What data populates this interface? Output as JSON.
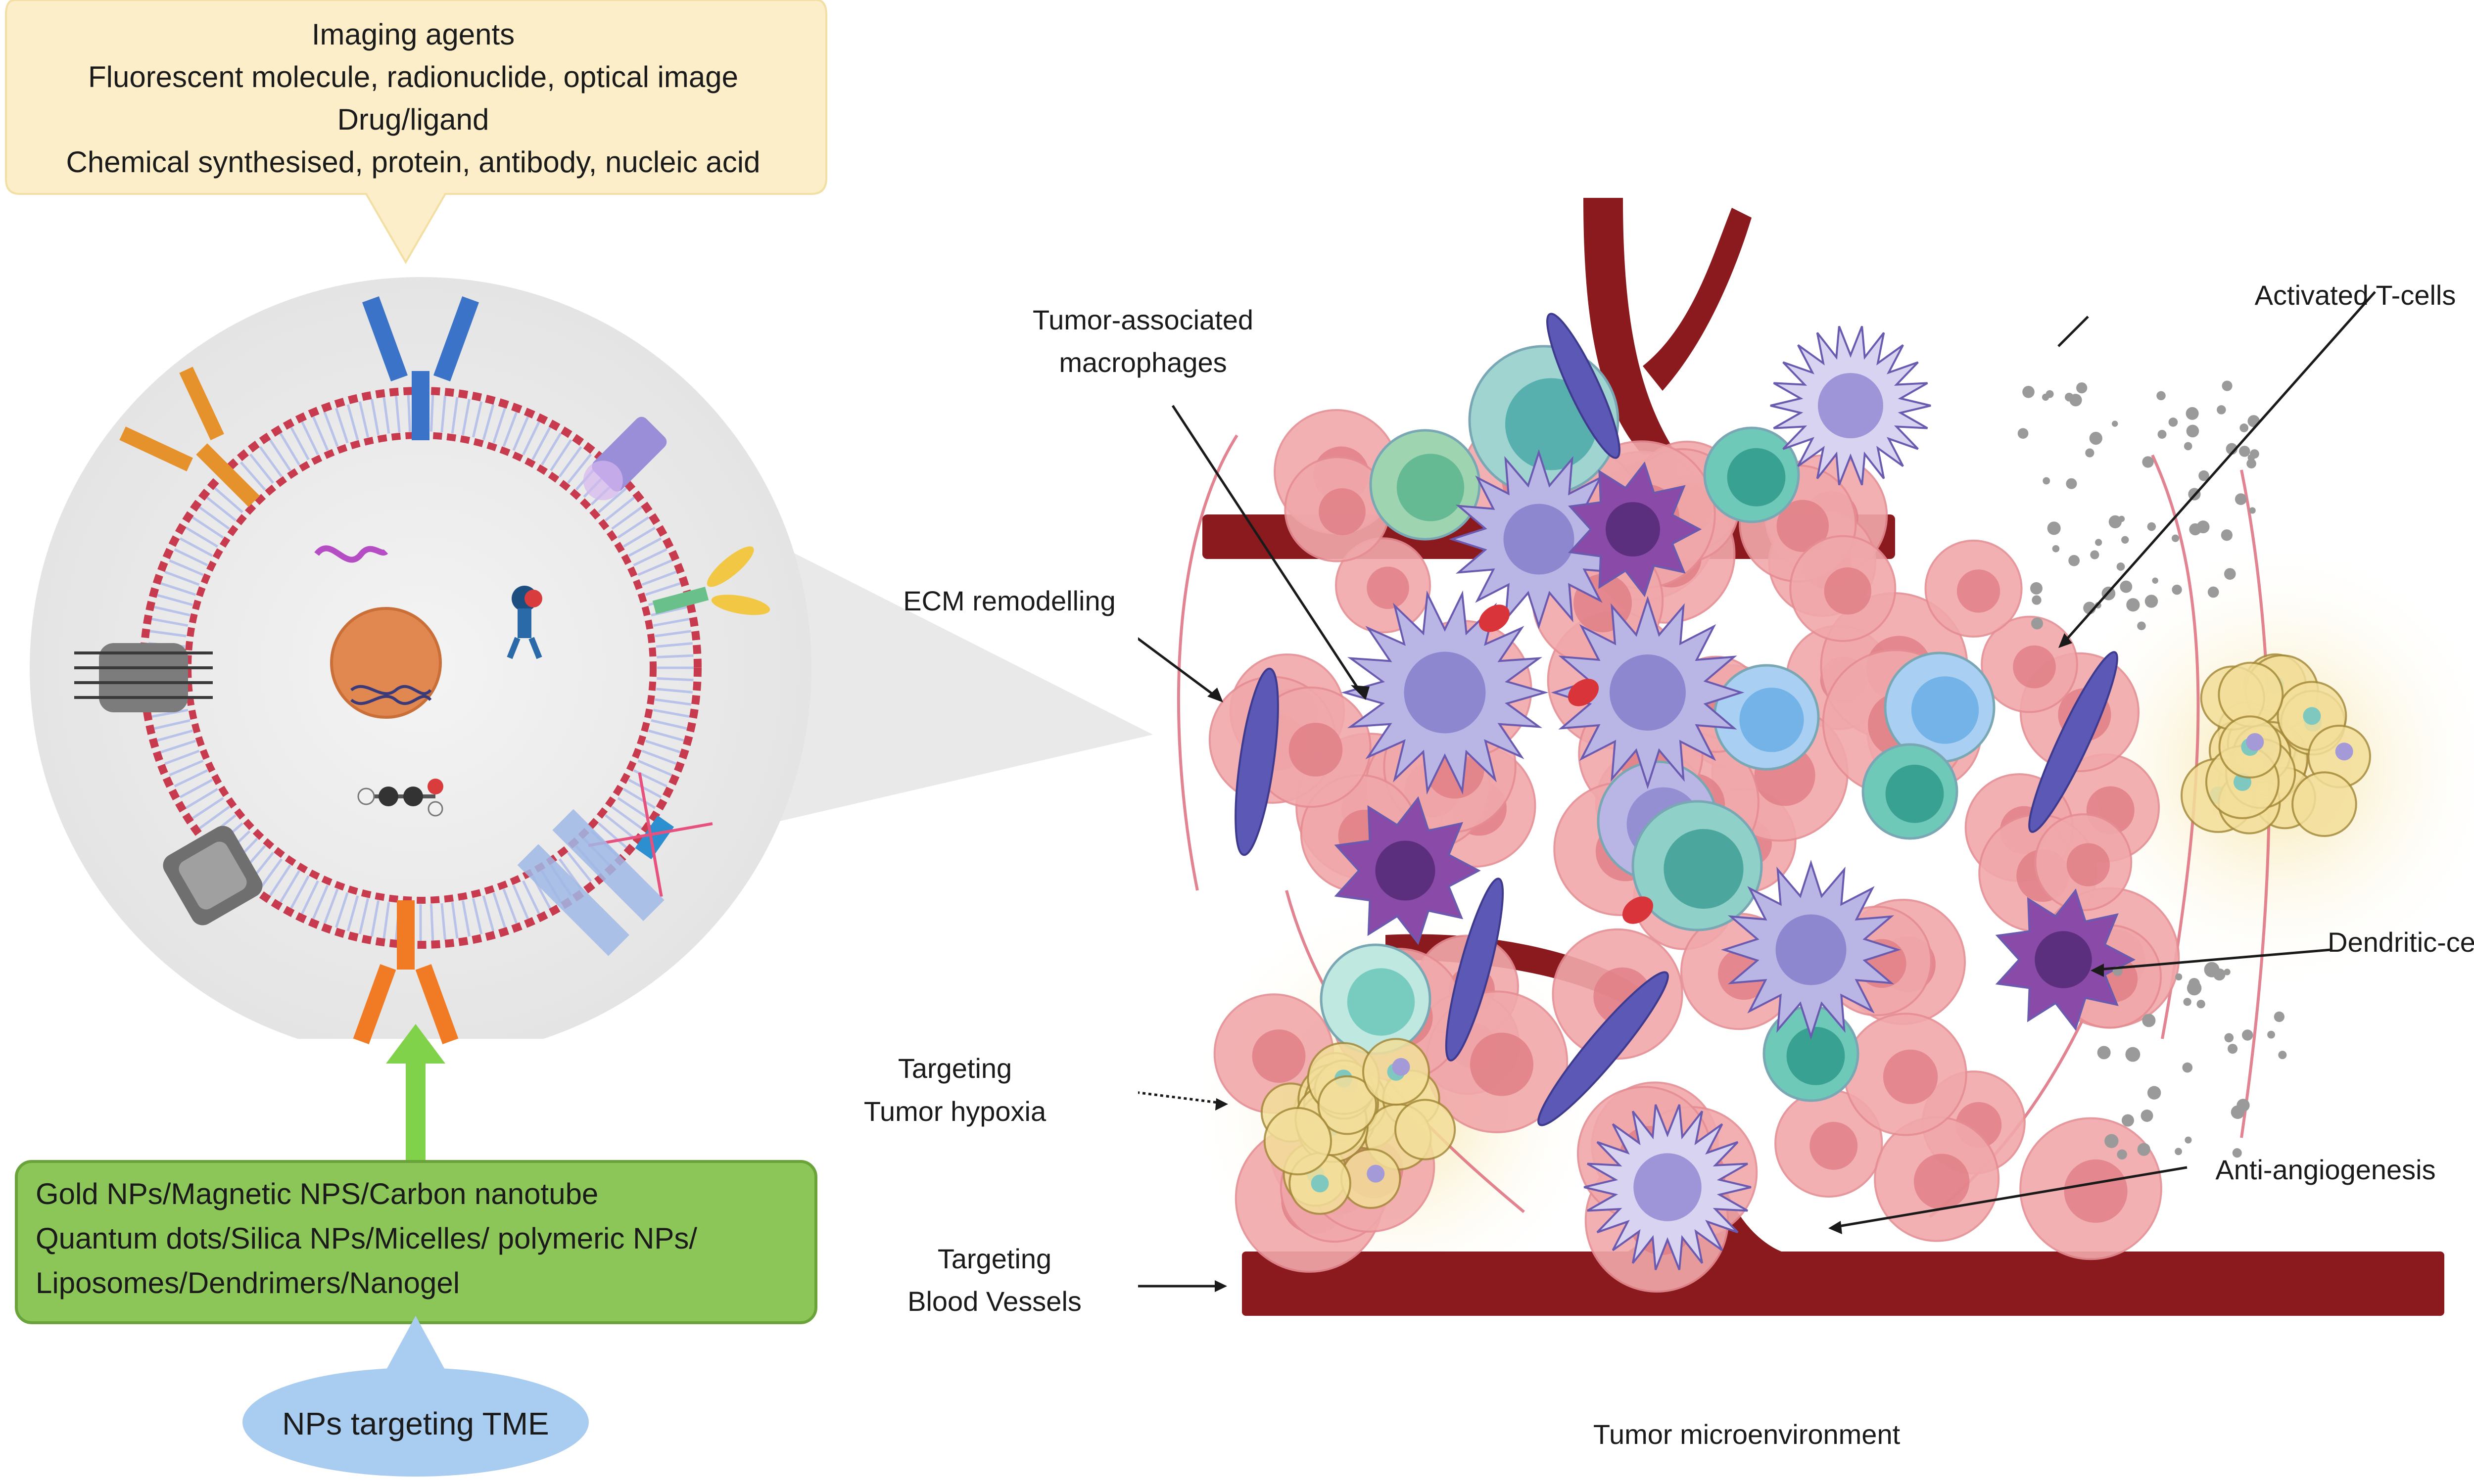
{
  "colors": {
    "callout_fill": "#fbeec8",
    "np_box_fill": "#8cc658",
    "np_box_border": "#6aa33a",
    "np_ellipse_fill": "#a9cdf0",
    "arrow_green": "#7fd24a",
    "membrane_red": "#c83a4d",
    "vessel_dark": "#8a1a1e",
    "tumor_pink": "#f1a8aa",
    "dendritic_purple": "#8a4aa8",
    "macrophage_lavender": "#b9b6e6",
    "tcell_blue": "#a9d0f2",
    "teal_cell": "#6ec9b8",
    "hypoxia_gold": "#f3df9a"
  },
  "callout": {
    "lines": [
      "Imaging agents",
      "Fluorescent molecule, radionuclide, optical image",
      "Drug/ligand",
      "Chemical synthesised, protein, antibody, nucleic acid"
    ]
  },
  "nanoparticle": {
    "icons": [
      "antibody-icon",
      "dna-icon",
      "protein-icon",
      "small-molecule-icon",
      "membrane-icon"
    ]
  },
  "np_types": {
    "lines": [
      "Gold NPs/Magnetic NPS/Carbon nanotube",
      "Quantum dots/Silica NPs/Micelles/ polymeric NPs/",
      "Liposomes/Dendrimers/Nanogel"
    ]
  },
  "np_targeting": {
    "label": "NPs targeting TME"
  },
  "tme": {
    "labels": {
      "tam": [
        "Tumor-associated",
        "macrophages"
      ],
      "ecm": "ECM remodelling",
      "targeting_hypoxia": [
        "Targeting",
        "Tumor hypoxia"
      ],
      "targeting_vessels": [
        "Targeting",
        "Blood Vessels"
      ],
      "activated_tcells": "Activated T-cells",
      "dendritic": "Dendritic-cells",
      "anti_angio": "Anti-angiogenesis"
    },
    "caption": "Tumor microenvironment"
  }
}
